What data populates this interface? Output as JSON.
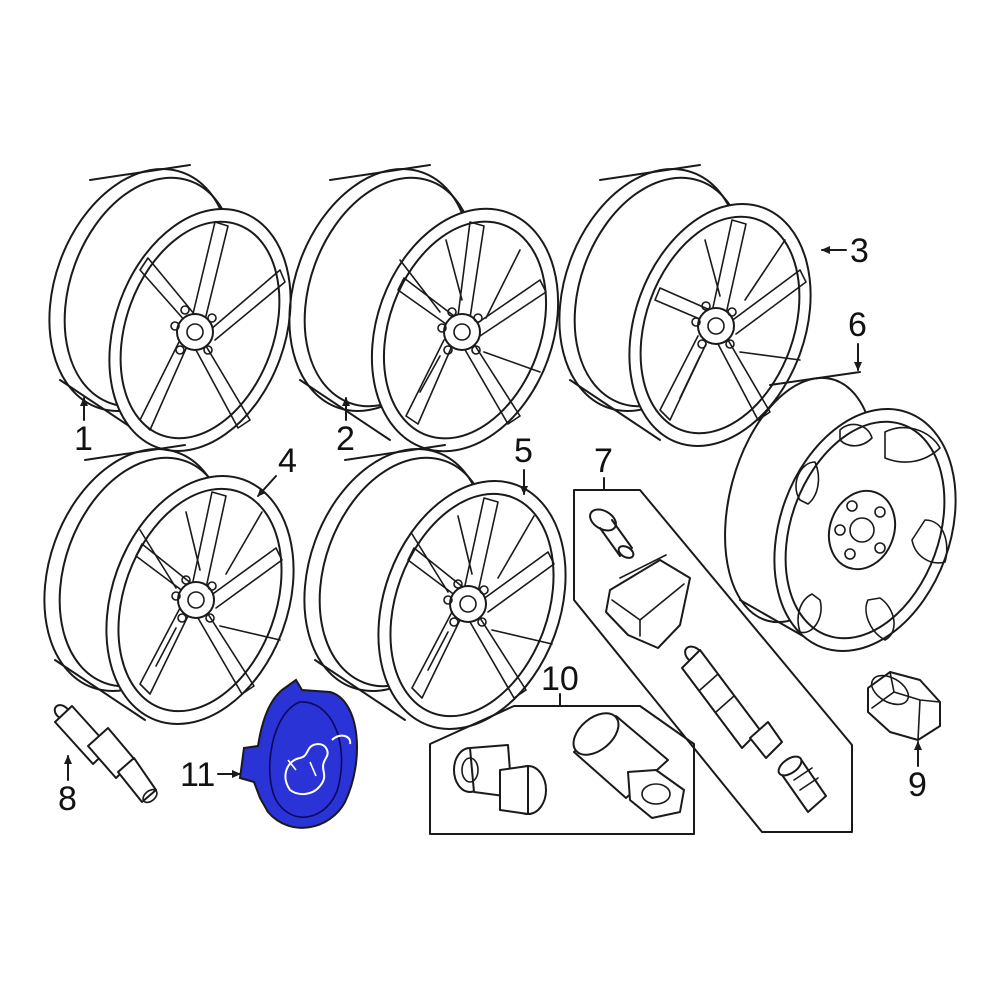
{
  "colors": {
    "highlight": "#2a33d6",
    "line": "#1a1a1a",
    "background": "#ffffff"
  },
  "callouts": {
    "c1": "1",
    "c2": "2",
    "c3": "3",
    "c4": "4",
    "c5": "5",
    "c6": "6",
    "c7": "7",
    "c8": "8",
    "c9": "9",
    "c10": "10",
    "c11": "11"
  }
}
